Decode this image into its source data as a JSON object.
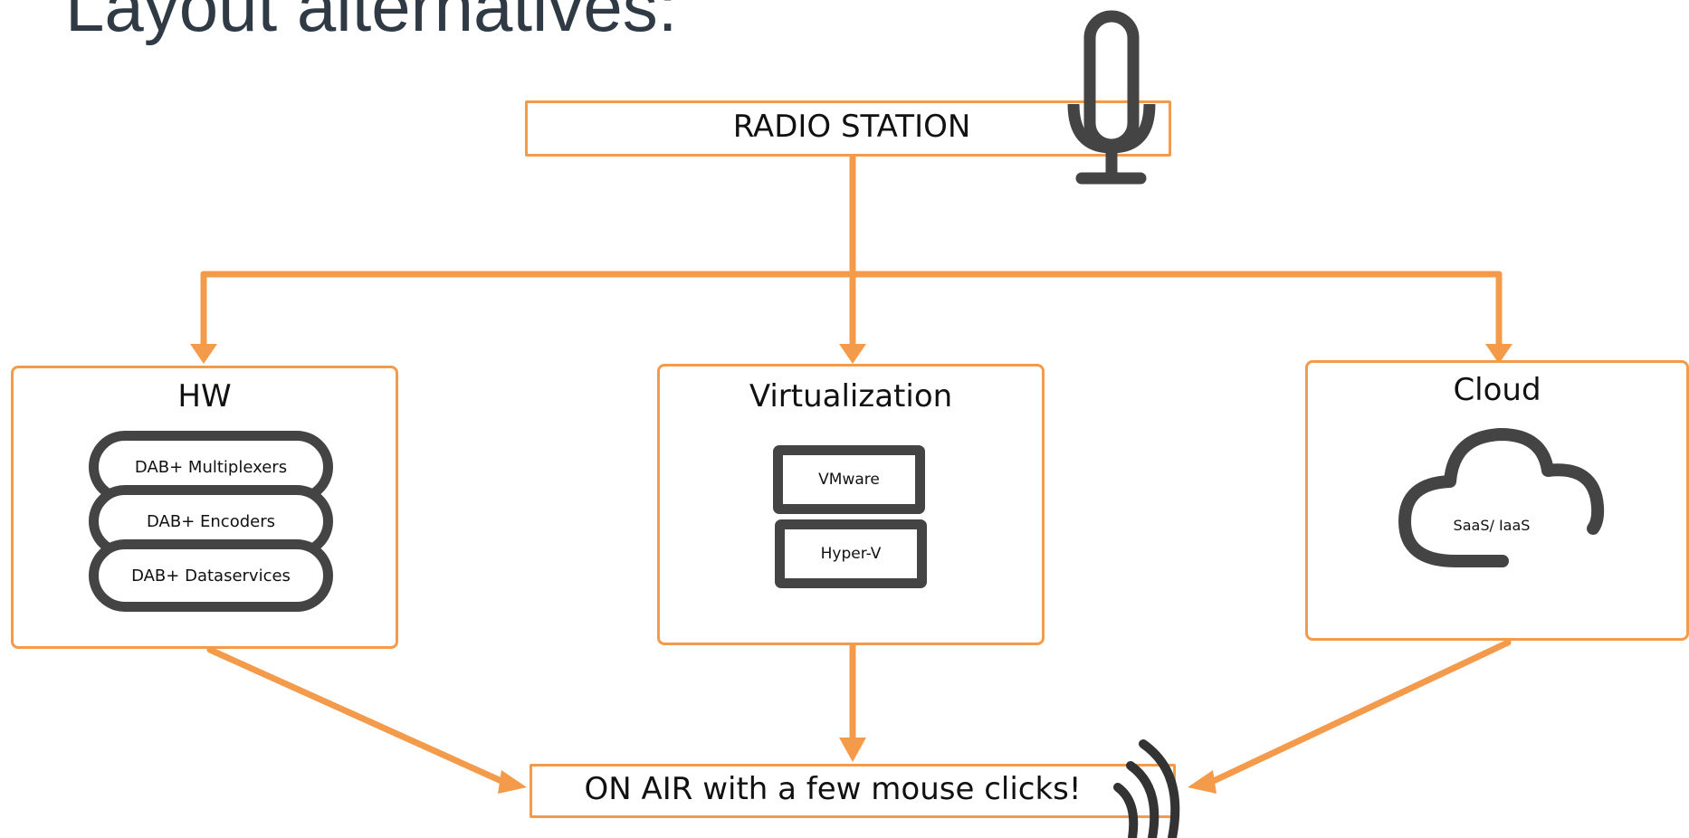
{
  "title": "Layout alternatives:",
  "top_box": {
    "label": "RADIO STATION"
  },
  "columns": [
    {
      "label": "HW",
      "items": [
        "DAB+ Multiplexers",
        "DAB+ Encoders",
        "DAB+ Dataservices"
      ]
    },
    {
      "label": "Virtualization",
      "items": [
        "VMware",
        "Hyper-V"
      ]
    },
    {
      "label": "Cloud",
      "items": [
        "SaaS/ IaaS"
      ]
    }
  ],
  "bottom_box": {
    "label": "ON AIR with a few mouse clicks!"
  },
  "colors": {
    "accent": "#f39b4b",
    "icon": "#444444",
    "title": "#2f3a44"
  },
  "icons": [
    "microphone-icon",
    "cloud-icon",
    "radio-waves-icon"
  ]
}
